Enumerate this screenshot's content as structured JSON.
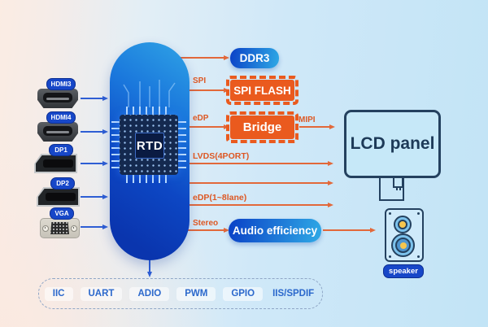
{
  "inputs": [
    {
      "label": "HDMI3",
      "type": "hdmi"
    },
    {
      "label": "HDMI4",
      "type": "hdmi"
    },
    {
      "label": "DP1",
      "type": "dp"
    },
    {
      "label": "DP2",
      "type": "dp"
    },
    {
      "label": "VGA",
      "type": "vga"
    }
  ],
  "chip": {
    "label": "RTD"
  },
  "io_labels": {
    "spi": "SPI",
    "edp": "eDP",
    "mipi": "MIPI",
    "lvds": "LVDS(4PORT)",
    "edp_lane": "eDP(1~8lane)",
    "stereo": "Stereo"
  },
  "blocks": {
    "ddr3": "DDR3",
    "spi_flash": "SPI FLASH",
    "bridge": "Bridge",
    "audio": "Audio efficiency",
    "lcd": "LCD panel",
    "speaker": "speaker"
  },
  "bottom_bus": {
    "items": [
      "IIC",
      "UART",
      "ADIO",
      "PWM",
      "GPIO",
      "IIS/SPDIF"
    ]
  },
  "colors": {
    "accent_orange": "#ea5a1e",
    "accent_blue": "#1747c8",
    "deep_navy": "#24415f"
  }
}
